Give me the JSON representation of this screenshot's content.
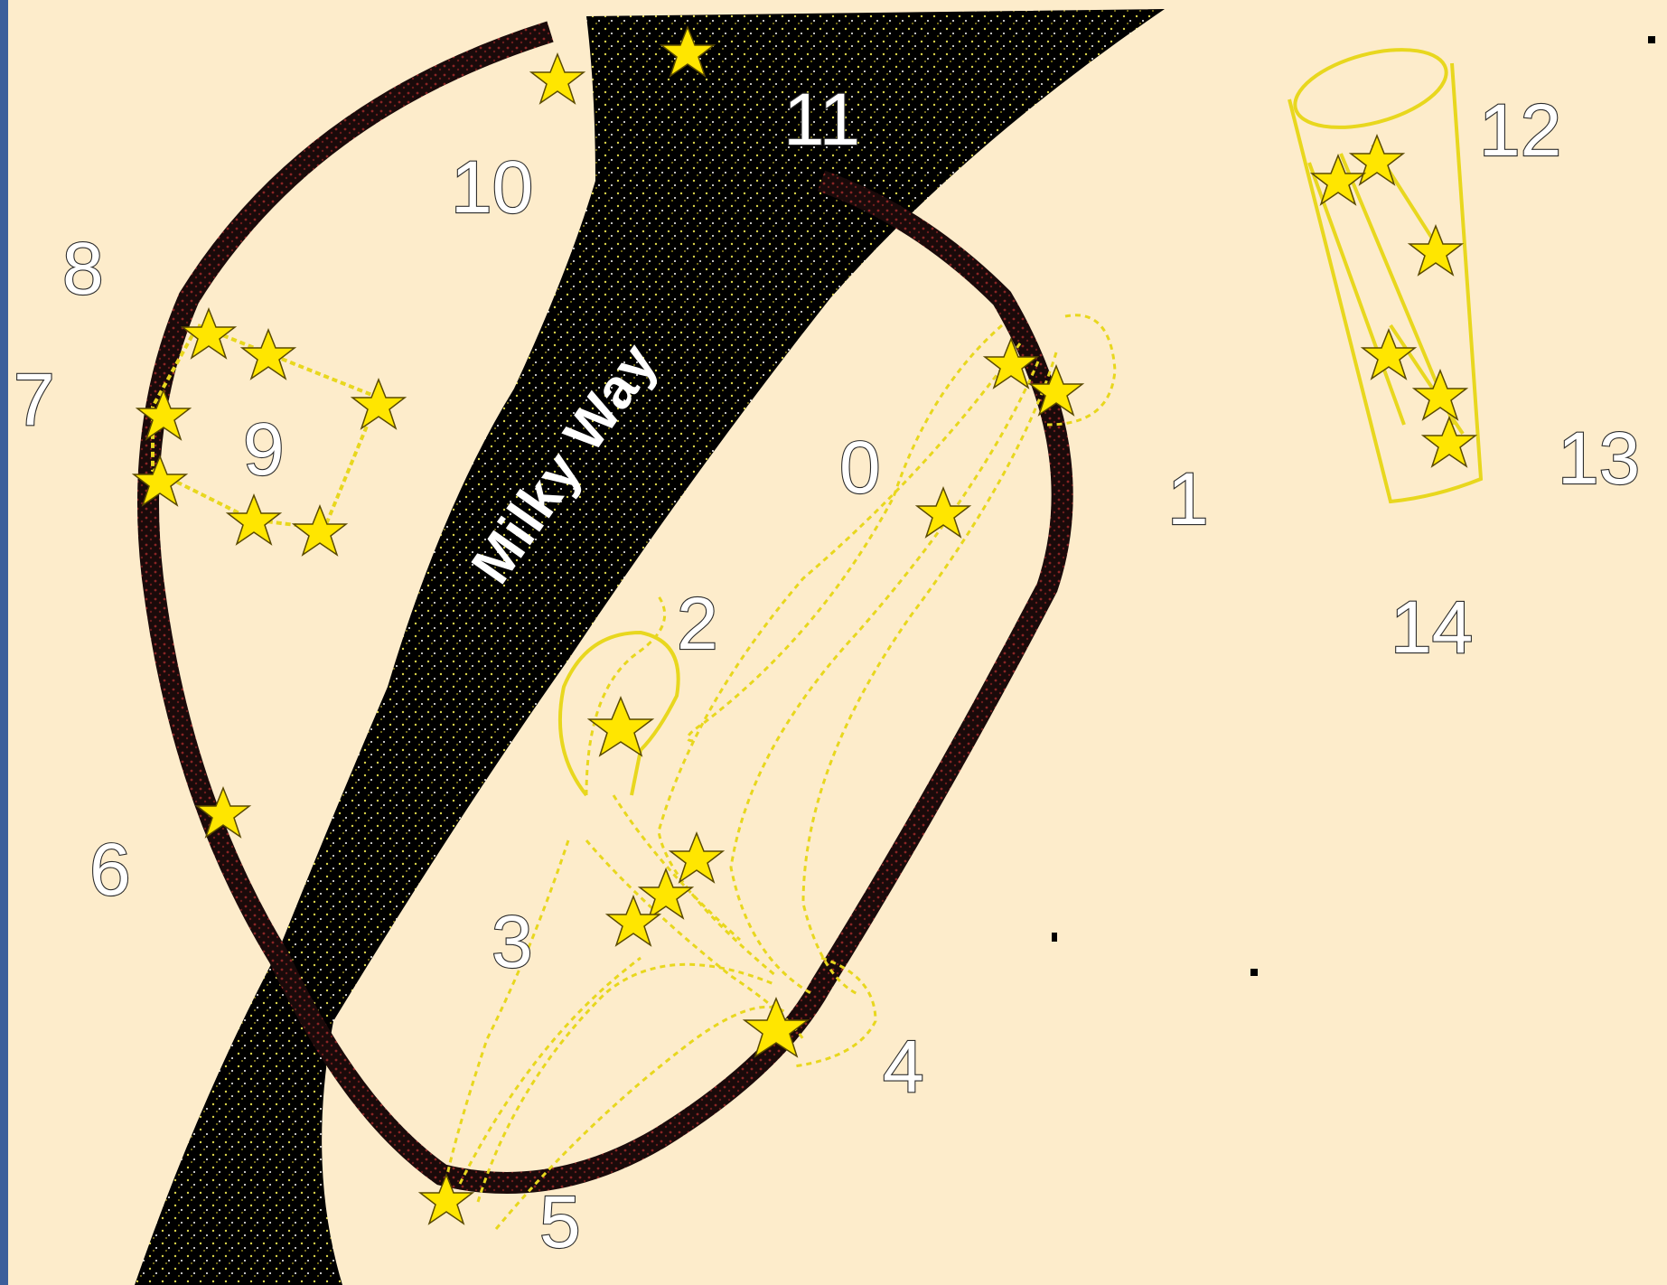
{
  "diagram": {
    "band_label": "Milky Way",
    "colors": {
      "background": "#fdeccb",
      "band": "#000000",
      "ring": "#5a1212",
      "lines": "#e8d71e",
      "stars": "#ffe600",
      "labels": "#ffffff"
    },
    "labels": [
      "0",
      "1",
      "2",
      "3",
      "4",
      "5",
      "6",
      "7",
      "8",
      "9",
      "10",
      "11",
      "12",
      "13",
      "14"
    ]
  }
}
